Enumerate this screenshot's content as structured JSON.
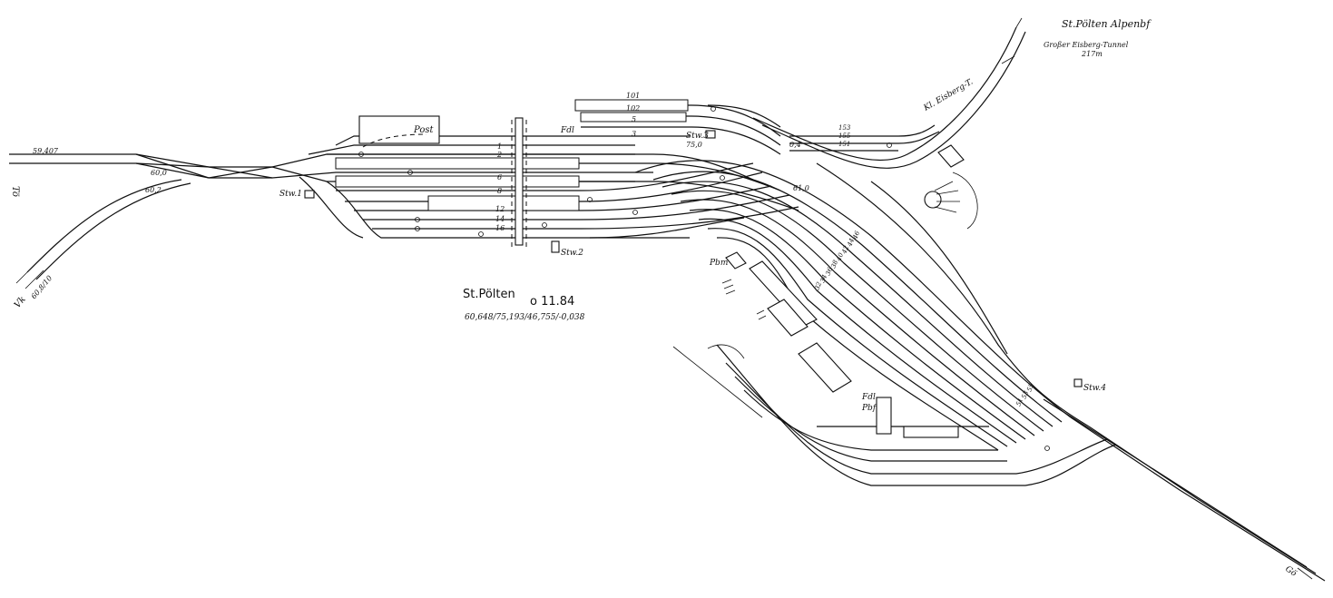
{
  "station": {
    "name": "St.Pölten",
    "date": "o 11.84",
    "reference": "60,648/75,193/46,755/-0,038"
  },
  "labels": {
    "alpenbf": "St.Pölten Alpenbf",
    "tunnel_big": "Großer Eisberg-Tunnel",
    "tunnel_big_len": "217m",
    "tunnel_small": "Kl. Eisberg-T.",
    "post": "Post",
    "fdl_top": "Fdl",
    "stw1": "Stw.1",
    "stw2": "Stw.2",
    "stw3": "Stw.3",
    "stw4": "Stw.4",
    "pbm": "Pbm",
    "fdl_right": "Fdl",
    "pbf_right": "Pbf",
    "to_west": "Tö",
    "to_vk": "Vk",
    "to_se": "Gö",
    "km_west": "59,407",
    "km_sw": "60,8/10",
    "km_60": "60,0",
    "km_602": "60,2",
    "km_750": "75,0",
    "km_04": "0,4",
    "km_610": "61,0"
  },
  "tracks": {
    "t1": "1",
    "t2": "2",
    "t3": "3",
    "t5": "5",
    "t6": "6",
    "t8": "8",
    "t12": "12",
    "t14": "14",
    "t16": "16",
    "t101": "101",
    "t102": "102",
    "t151": "151",
    "t153": "153",
    "t155": "155"
  },
  "yard_numbers": [
    "32",
    "34",
    "36",
    "38",
    "40",
    "42",
    "44",
    "46"
  ],
  "lower_numbers": [
    "51",
    "53",
    "55"
  ]
}
